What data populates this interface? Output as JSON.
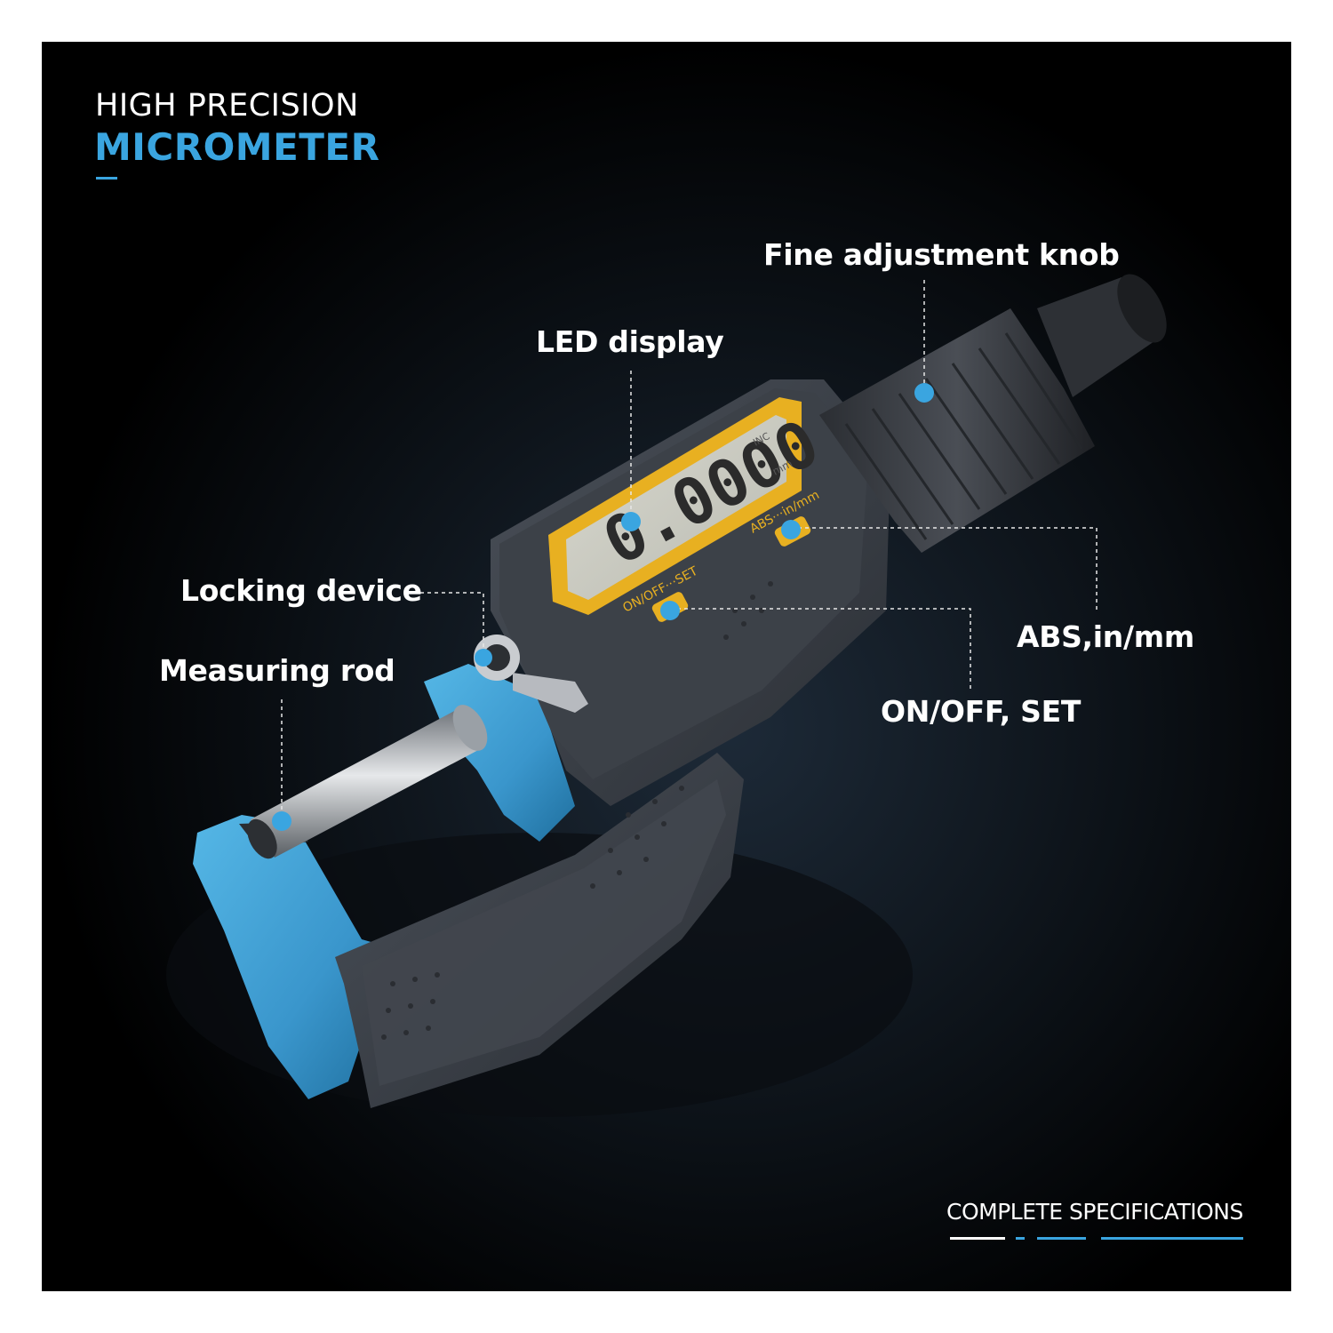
{
  "header": {
    "line1": "HIGH PRECISION",
    "line2": "MICROMETER"
  },
  "callouts": {
    "fine_adjustment_knob": "Fine adjustment knob",
    "led_display": "LED display",
    "locking_device": "Locking device",
    "measuring_rod": "Measuring rod",
    "abs_in_mm": "ABS,in/mm",
    "on_off_set": "ON/OFF, SET"
  },
  "device": {
    "lcd_reading": "0.0000",
    "lcd_unit_inc": "INC",
    "lcd_unit_mm": "mm",
    "button_label_on_off_set": "ON/OFF···SET",
    "button_label_abs": "ABS···in/mm"
  },
  "footer": {
    "label": "COMPLETE SPECIFICATIONS"
  },
  "colors": {
    "accent_blue": "#3aa5e0",
    "frame_blue": "#3f9fd4",
    "body_gray": "#3a3f47",
    "lcd_yellow": "#e8b021",
    "background": "#000000"
  }
}
